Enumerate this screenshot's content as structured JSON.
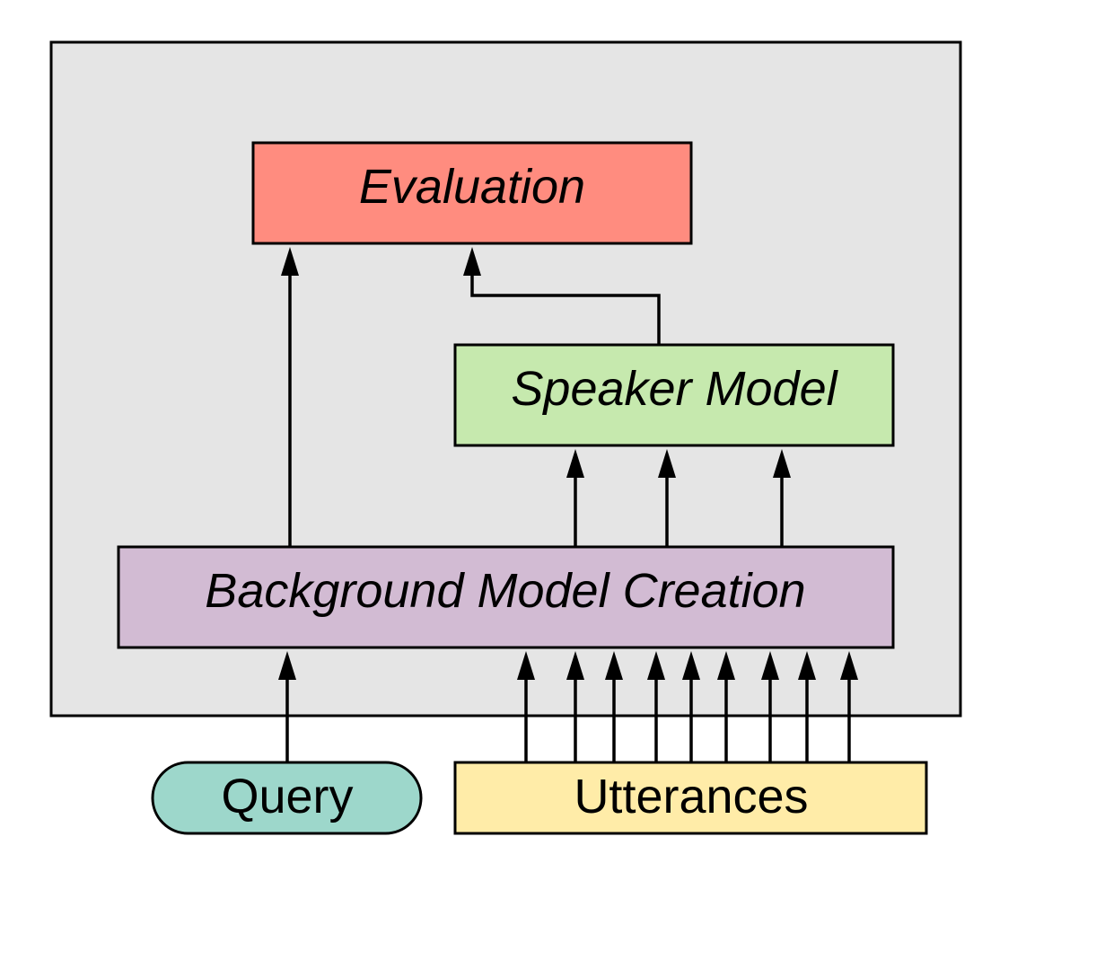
{
  "nodes": {
    "evaluation": {
      "label": "Evaluation",
      "color": "#FF8C7F"
    },
    "speaker_model": {
      "label": "Speaker Model",
      "color": "#C6E9AE"
    },
    "background_model_creation": {
      "label": "Background Model Creation",
      "color": "#D2BBD3"
    },
    "query": {
      "label": "Query",
      "color": "#9DD7CB"
    },
    "utterances": {
      "label": "Utterances",
      "color": "#FFECA8"
    }
  },
  "system_boundary": {
    "color": "#E5E5E5"
  },
  "edges": [
    {
      "from": "query",
      "to": "background_model_creation",
      "count": 1
    },
    {
      "from": "utterances",
      "to": "background_model_creation",
      "count": 9
    },
    {
      "from": "background_model_creation",
      "to": "speaker_model",
      "count": 3
    },
    {
      "from": "background_model_creation",
      "to": "evaluation",
      "count": 1
    },
    {
      "from": "speaker_model",
      "to": "evaluation",
      "count": 1
    }
  ]
}
